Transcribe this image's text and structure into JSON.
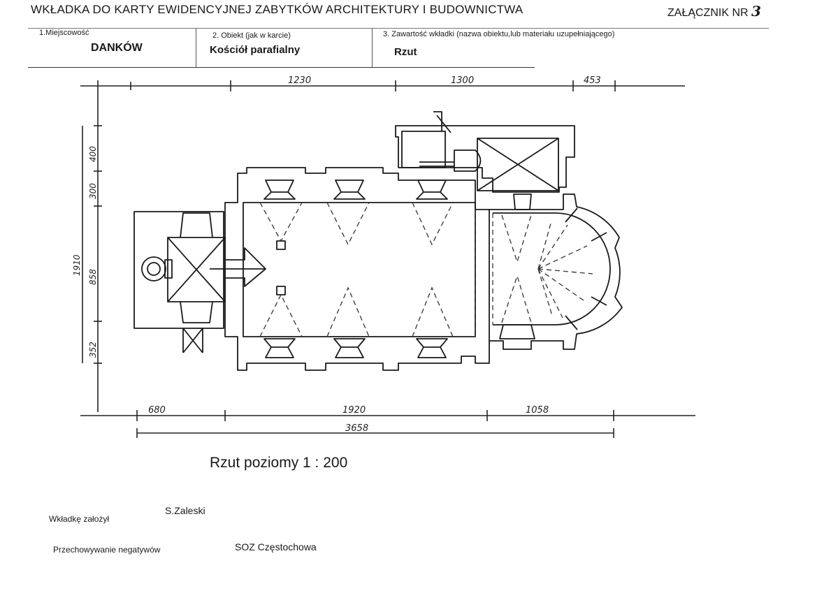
{
  "header": {
    "title": "WKŁADKA DO KARTY EWIDENCYJNEJ ZABYTKÓW ARCHITEKTURY I BUDOWNICTWA",
    "attachment_label": "ZAŁĄCZNIK NR",
    "attachment_number": "3"
  },
  "fields": {
    "locality_label": "1.Miejscowość",
    "locality_value": "DANKÓW",
    "object_label": "2. Obiekt (jak w karcie)",
    "object_value": "Kościół parafialny",
    "content_label": "3. Zawartość wkładki (nazwa obiektu,lub materiału uzupełniającego)",
    "content_value": "Rzut"
  },
  "drawing": {
    "top_dims": [
      "1230",
      "1300",
      "453"
    ],
    "bottom_dims": [
      "680",
      "1920",
      "1058"
    ],
    "total_dim": "3658",
    "left_total": "1910",
    "left_dims": [
      "400",
      "300",
      "858",
      "352"
    ]
  },
  "caption": "Rzut poziomy 1 : 200",
  "footer": {
    "founder_label": "Wkładkę założył",
    "founder_value": "S.Zaleski",
    "negatives_label": "Przechowywanie negatywów",
    "negatives_value": "SOZ Częstochowa"
  }
}
